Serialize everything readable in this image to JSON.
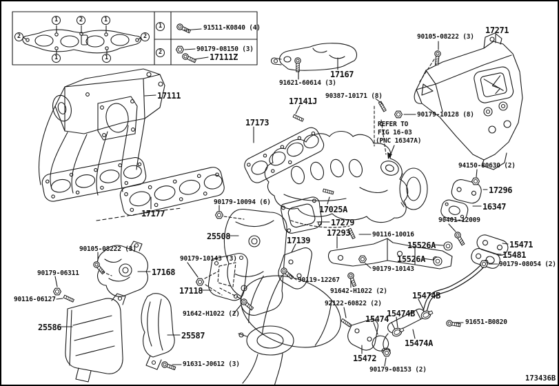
{
  "diagram": {
    "figure_code": "173436B",
    "callouts": {
      "c1": "1",
      "c2": "2"
    },
    "refer_note": {
      "line1": "REFER TO",
      "line2": "FIG 16-03",
      "line3": "(PNC 16347A)"
    },
    "legend": {
      "row1_part": "91511-K0840 (4)",
      "row2_part_a": "90179-08150 (3)",
      "row2_part_b": "17111Z"
    },
    "parts": {
      "p17111": "17111",
      "p17177": "17177",
      "p17173": "17173",
      "p17141J": "17141J",
      "p90387": "90387-10171 (8)",
      "p91621": "91621-60614 (3)",
      "p17167": "17167",
      "p90105_r": "90105-08222 (3)",
      "p17271": "17271",
      "p90179_10128": "90179-10128 (8)",
      "p94150": "94150-80630 (2)",
      "p17296": "17296",
      "p16347": "16347",
      "p90401": "90401-12009",
      "p17025A": "17025A",
      "p17279": "17279",
      "p25508": "25508",
      "p90179_10094": "90179-10094 (6)",
      "p17293": "17293",
      "p17139": "17139",
      "p90116_10016": "90116-10016",
      "p15526A_1": "15526A",
      "p15526A_2": "15526A",
      "p90179_10143_r": "90179-10143",
      "p15471": "15471",
      "p15481": "15481",
      "p90179_08054": "90179-08054 (2)",
      "p90105_l": "90105-08222 (3)",
      "p90179_06311": "90179-06311",
      "p17168": "17168",
      "p90116_06127": "90116-06127",
      "p25586": "25586",
      "p90179_10143_l": "90179-10143 (3)",
      "p17118": "17118",
      "p91642_l": "91642-H1022 (2)",
      "p25587": "25587",
      "p91631": "91631-J0612 (3)",
      "p90119": "90119-12267",
      "p91642_r": "91642-H1022 (2)",
      "p92122": "92122-60822 (2)",
      "p15474B_1": "15474B",
      "p15474B_2": "15474B",
      "p15474": "15474",
      "p15474A": "15474A",
      "p15472": "15472",
      "p90179_08153": "90179-08153 (2)",
      "p91651": "91651-B0820"
    }
  }
}
